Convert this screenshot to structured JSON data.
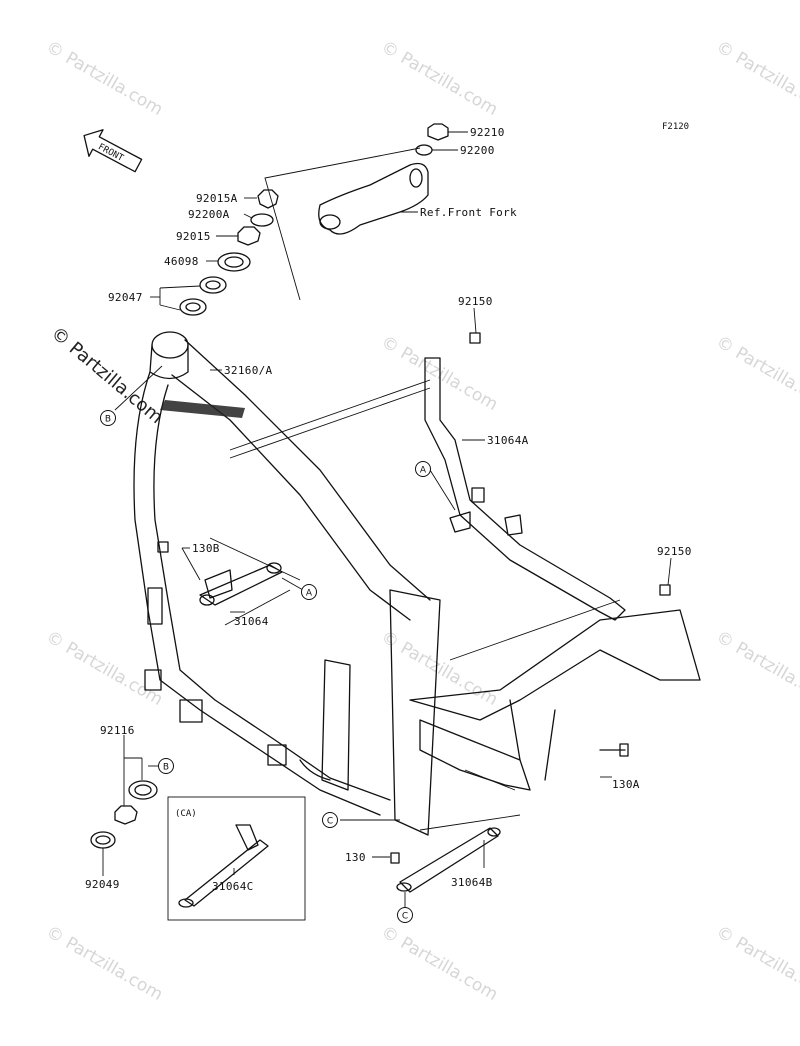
{
  "figure_code": "F2120",
  "front_arrow_label": "FRONT",
  "watermark_text": "© Partzilla.com",
  "labels": {
    "p92210": "92210",
    "p92200": "92200",
    "ref_front_fork": "Ref.Front Fork",
    "p92015A": "92015A",
    "p92200A": "92200A",
    "p92015": "92015",
    "p46098": "46098",
    "p92047": "92047",
    "p32160A": "32160/A",
    "p92150_top": "92150",
    "p31064A": "31064A",
    "p130B": "130B",
    "p31064": "31064",
    "p92150_right": "92150",
    "p130A": "130A",
    "p92116": "92116",
    "p92049": "92049",
    "ca": "(CA)",
    "p31064C": "31064C",
    "p130": "130",
    "p31064B": "31064B"
  },
  "callouts": {
    "b1": "B",
    "b2": "B",
    "a1": "A",
    "a2": "A",
    "c1": "C",
    "c2": "C"
  }
}
